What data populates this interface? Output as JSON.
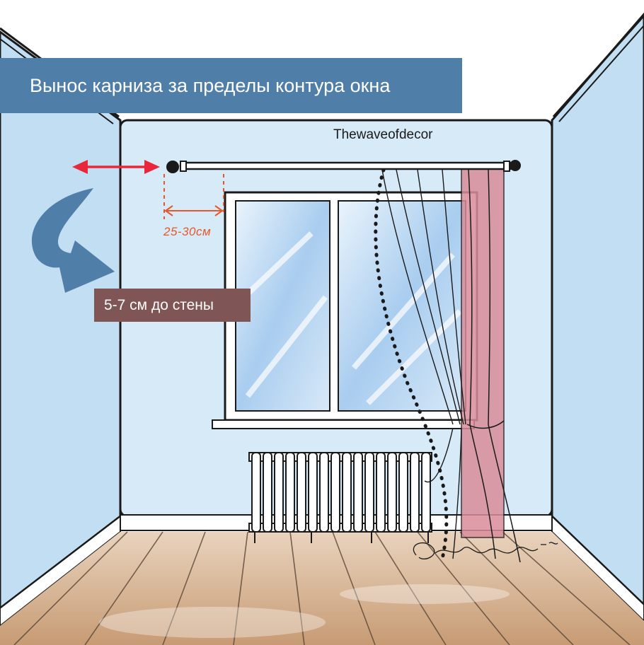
{
  "title": "Вынос карниза за пределы контура окна",
  "watermark": "Thewaveofdecor",
  "rod_overhang_label": "25-30см",
  "wall_distance_label": "5-7 см до стены",
  "colors": {
    "wall": "#d7eaf7",
    "side_wall": "#c2def2",
    "banner": "#4f7ea8",
    "badge": "#7f5556",
    "measure": "#e8572a",
    "arrow_red": "#e8283a",
    "curve_arrow": "#4f7ea8",
    "curtain": "#d98d9a",
    "floor": "#c9a27f"
  },
  "icons": [
    "double-arrow-icon",
    "curved-arrow-icon",
    "curtain-rod-icon",
    "radiator-icon",
    "signature-icon"
  ]
}
